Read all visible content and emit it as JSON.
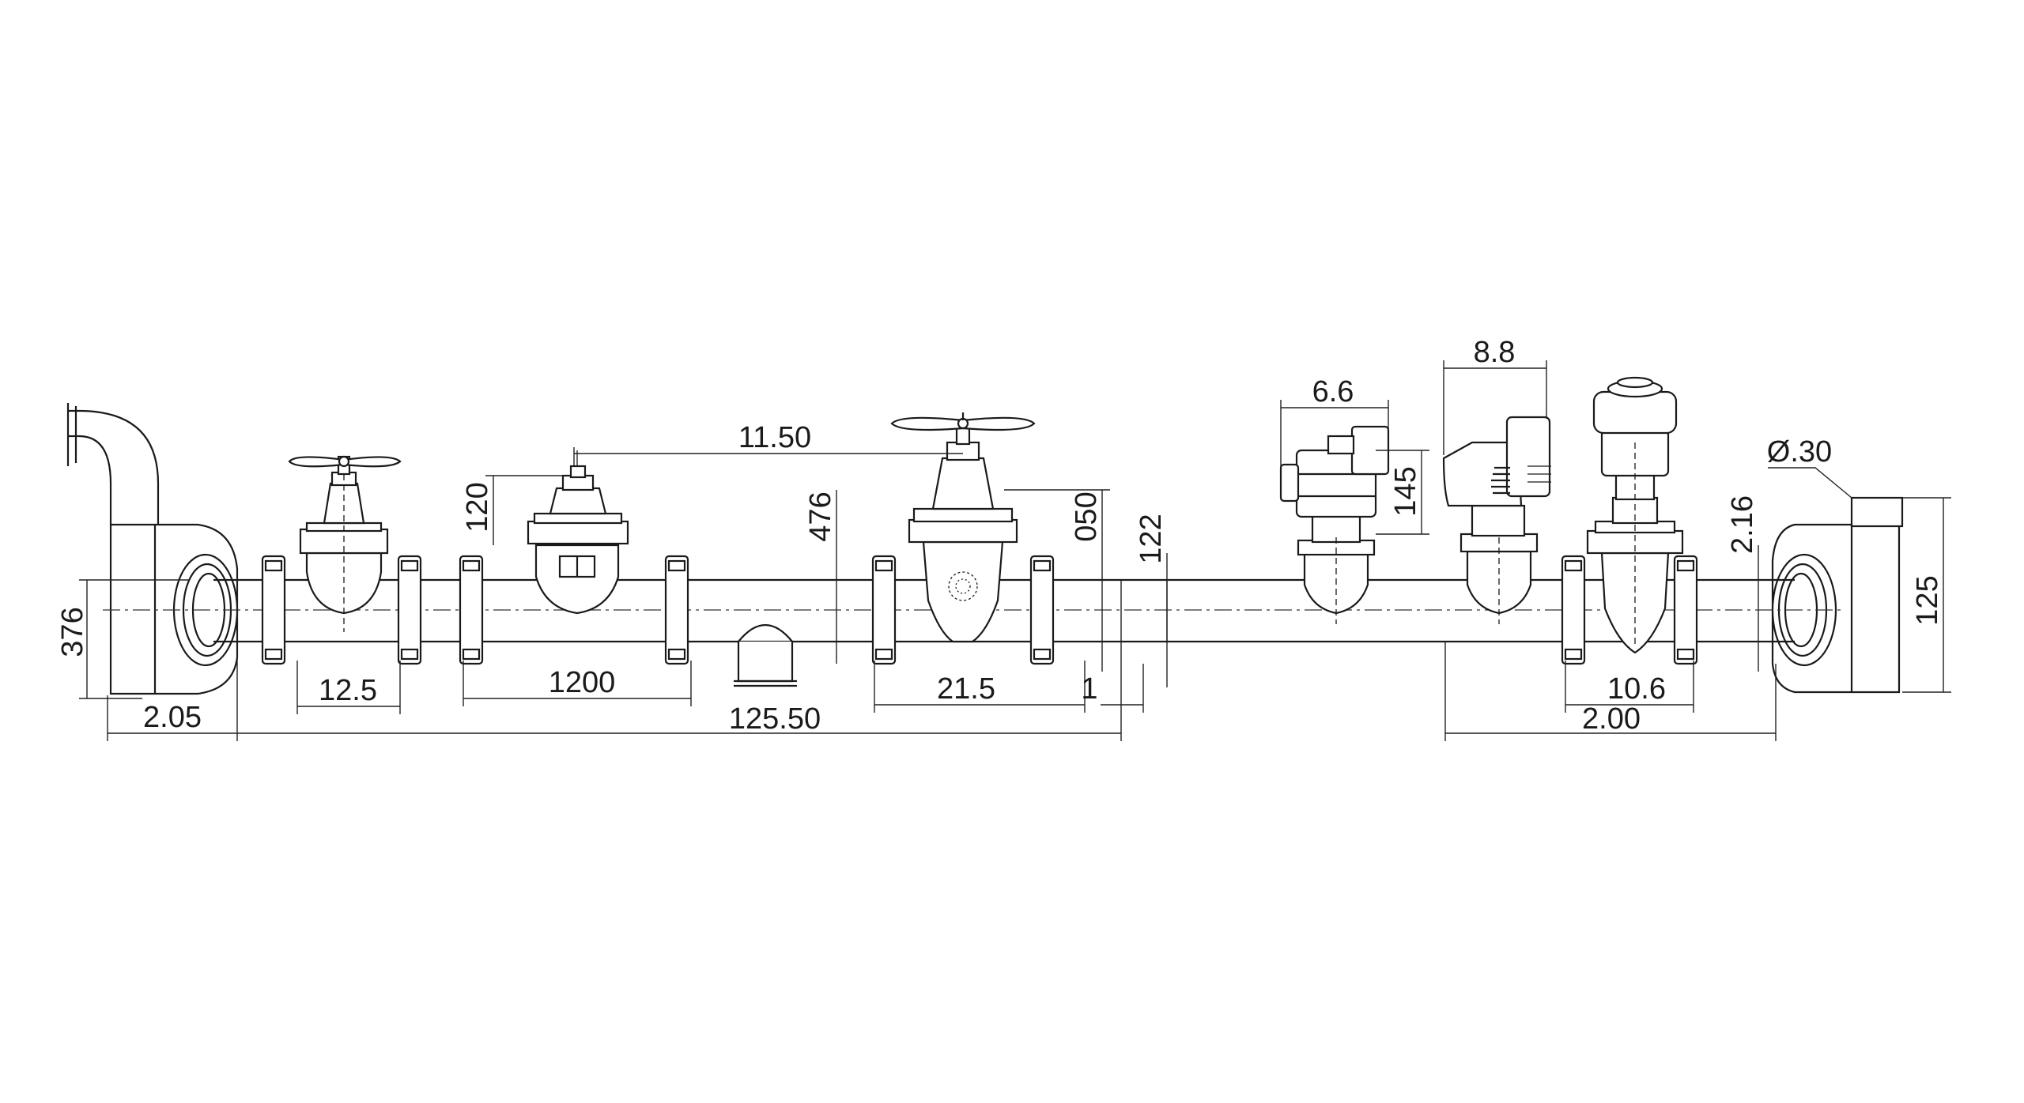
{
  "drawing": {
    "dimensions": {
      "wall_left_height": "376",
      "wall_left_width": "2.05",
      "valve1_spacing": "12.5",
      "valve2_spacing": "1200",
      "valve2_height": "120",
      "overall_span": "125.50",
      "center_reach": "11.50",
      "flange_height": "476",
      "valve3_spacing": "21.5",
      "valve3_height": "050",
      "small_gap": "1",
      "pipe_height": "122",
      "actuator1_width": "6.6",
      "actuator1_height": "145",
      "actuator2_width": "8.8",
      "valve6_spacing": "10.6",
      "right_span": "2.00",
      "right_flange": "2.16",
      "right_diameter": "Ø.30",
      "wall_right_height": "125"
    }
  }
}
